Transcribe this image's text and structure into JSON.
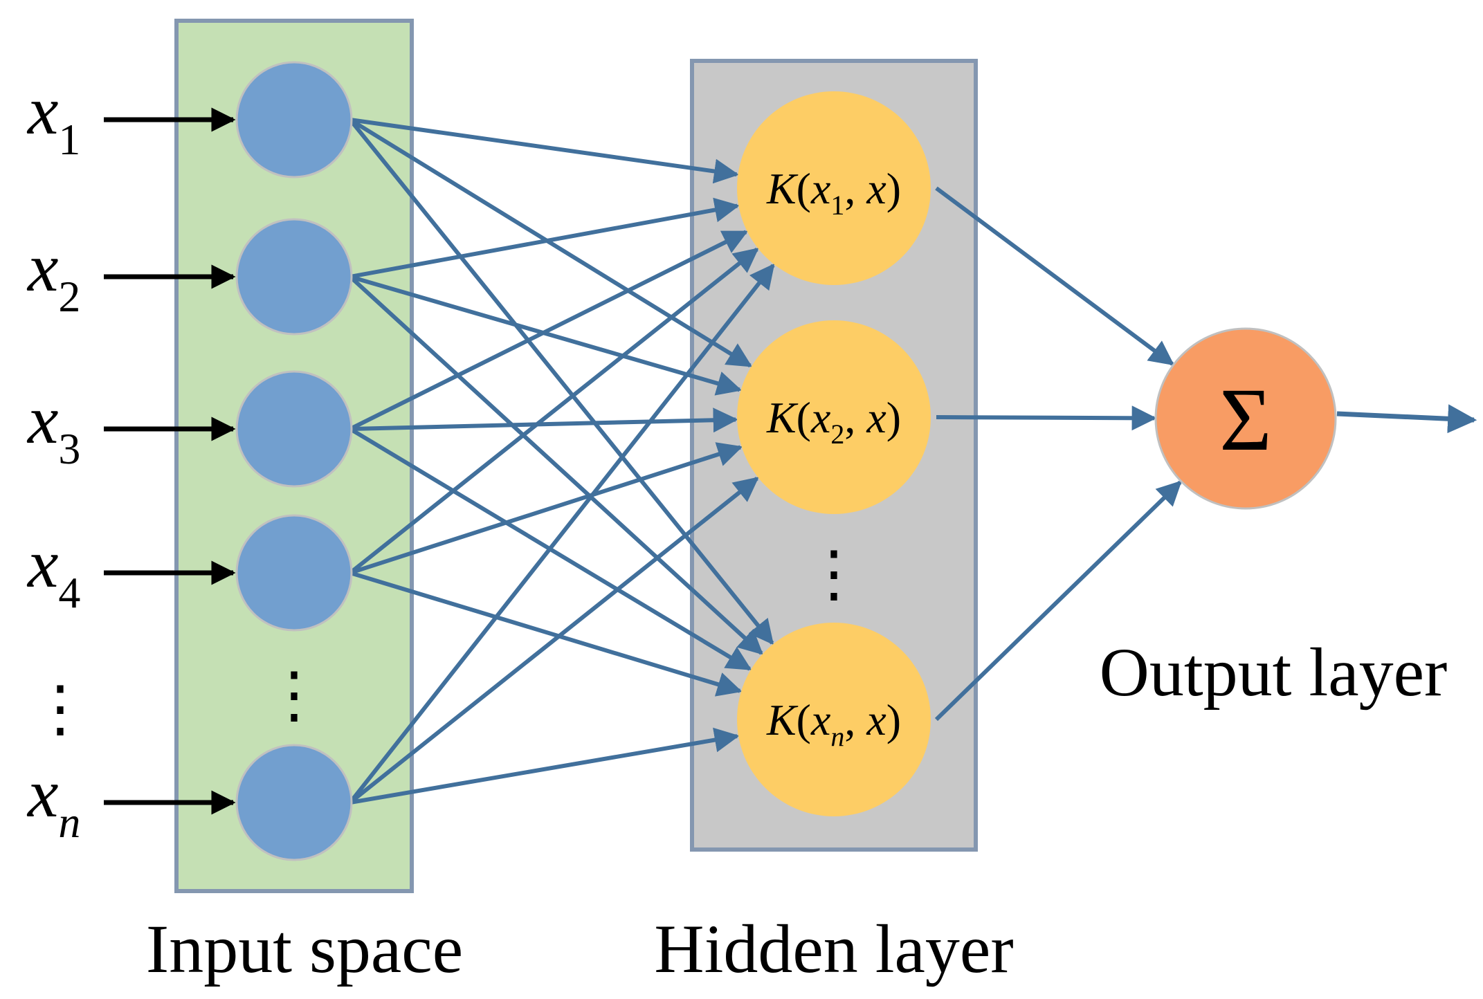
{
  "inputs": [
    {
      "var": "x",
      "sub": "1"
    },
    {
      "var": "x",
      "sub": "2"
    },
    {
      "var": "x",
      "sub": "3"
    },
    {
      "var": "x",
      "sub": "4"
    },
    {
      "var": "x",
      "sub": "n"
    }
  ],
  "input_ellipsis": "⋮",
  "hidden_nodes": [
    {
      "func": "K",
      "var": "x",
      "sub": "1",
      "arg": "x"
    },
    {
      "func": "K",
      "var": "x",
      "sub": "2",
      "arg": "x"
    },
    {
      "func": "K",
      "var": "x",
      "sub": "n",
      "arg": "x"
    }
  ],
  "hidden_ellipsis": "⋮",
  "output_symbol": "Σ",
  "labels": {
    "input": "Input space",
    "hidden": "Hidden layer",
    "output": "Output layer"
  },
  "colors": {
    "input_panel": "#c5e0b4",
    "hidden_panel": "#c8c8c8",
    "panel_border": "#8497b0",
    "input_node": "#729fcf",
    "hidden_node": "#fdcd65",
    "output_node": "#f89c64",
    "connection": "#41709c",
    "arrow": "#000000"
  }
}
